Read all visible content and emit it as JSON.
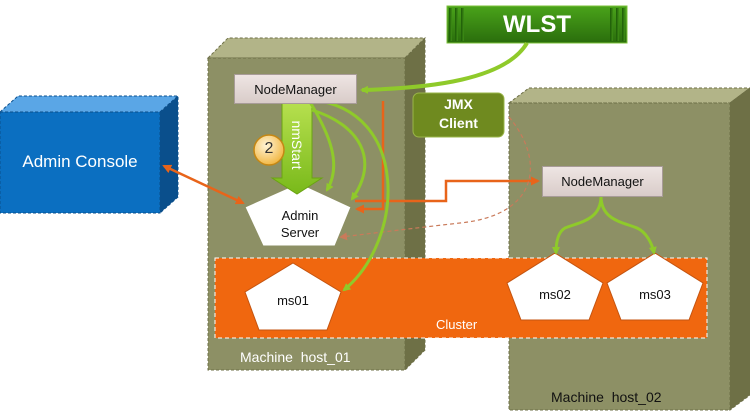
{
  "wlst": {
    "label": "WLST"
  },
  "jmx_client": {
    "line1": "JMX",
    "line2": "Client"
  },
  "admin_console": {
    "label": "Admin Console"
  },
  "host1": {
    "label": "Machine  host_01",
    "node_manager": "NodeManager",
    "admin_server": {
      "line1": "Admin",
      "line2": "Server"
    },
    "nm_start": {
      "step": "2",
      "label": "nmStart"
    }
  },
  "host2": {
    "label": "Machine  host_02",
    "node_manager": "NodeManager"
  },
  "cluster": {
    "label": "Cluster",
    "servers": [
      "ms01",
      "ms02",
      "ms03"
    ]
  },
  "colors": {
    "machine_fill": "#8d9065",
    "cluster_fill": "#f0670f",
    "console_fill": "#0b6fc1",
    "arrow_green": "#8fca2a",
    "arrow_orange": "#e8641a",
    "wlst_fill": "#2f7d10"
  }
}
